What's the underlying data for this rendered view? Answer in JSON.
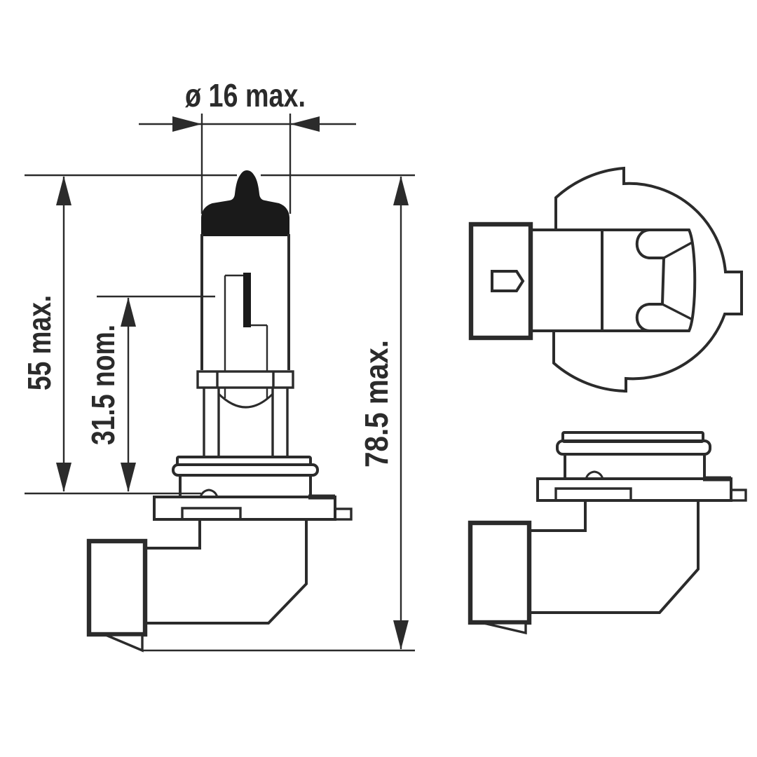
{
  "figure": {
    "type": "technical-dimensional-drawing",
    "views": {
      "side_view": "halogen bulb side elevation with dimensions",
      "rear_view": "right-angle base seen along lamp axis with keyed flange",
      "profile_view": "right-angle base side profile"
    },
    "dimensions": {
      "diameter_label": "ø 16 max.",
      "glass_height_label": "55 max.",
      "light_center_label": "31.5 nom.",
      "overall_length_label": "78.5 max."
    },
    "colors": {
      "line": "#2b2b2b",
      "background": "#ffffff",
      "bulb_tip_fill": "#1a1a1a"
    }
  }
}
